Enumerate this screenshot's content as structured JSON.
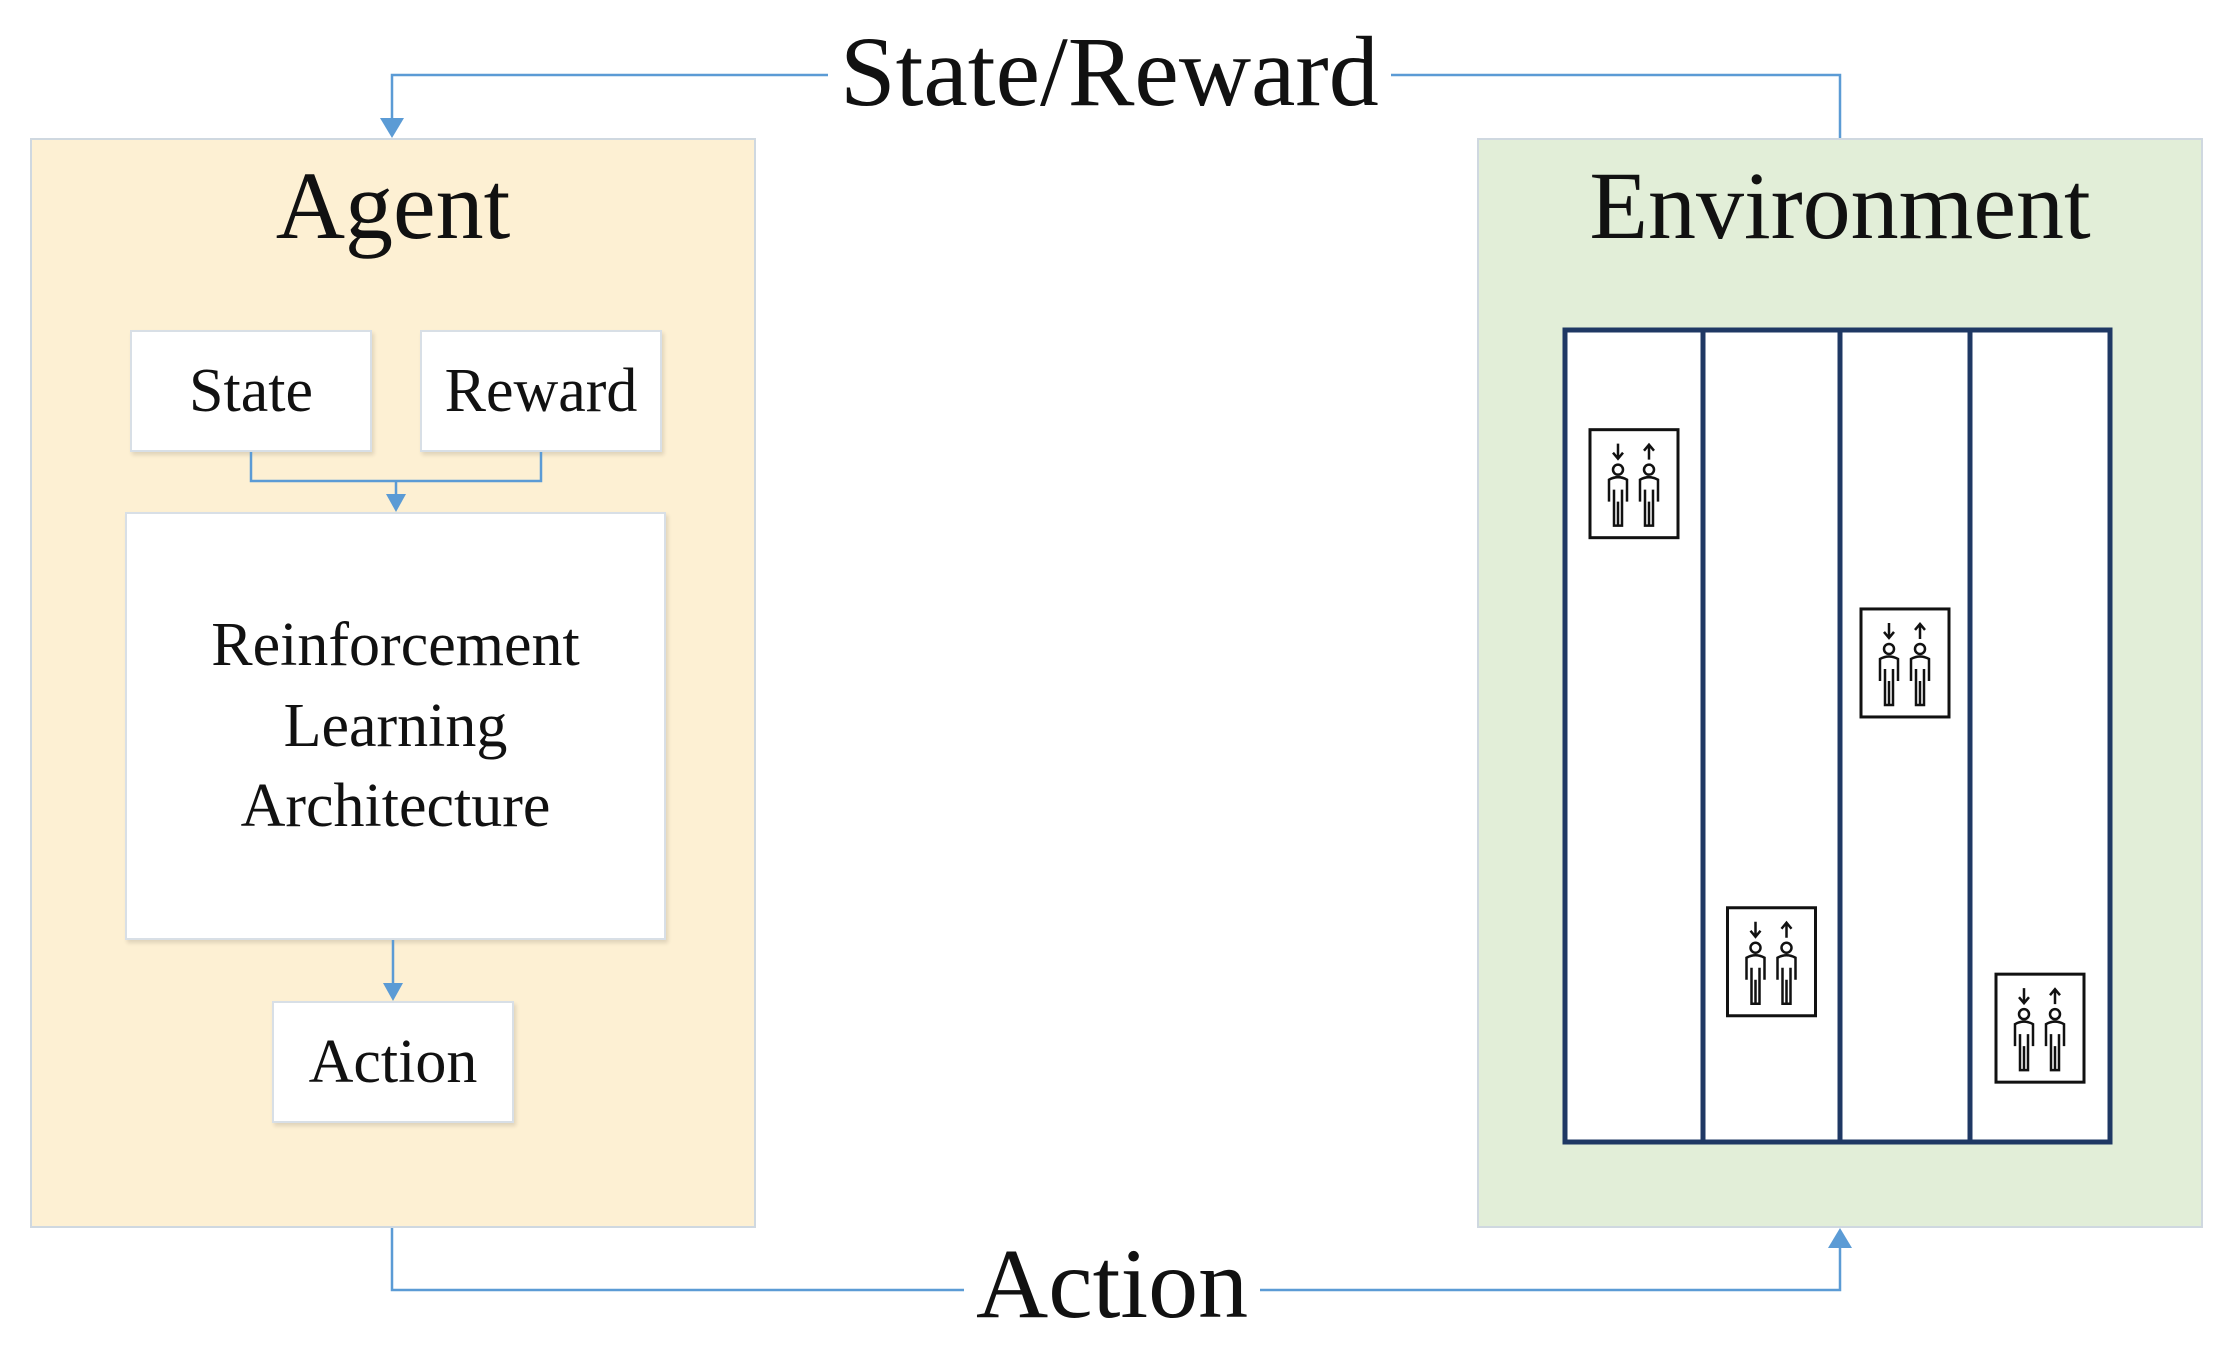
{
  "top_label": "State/Reward",
  "bottom_label": "Action",
  "agent": {
    "title": "Agent",
    "state_box": "State",
    "reward_box": "Reward",
    "rl_box_lines": [
      "Reinforcement",
      "Learning",
      "Architecture"
    ],
    "action_box": "Action"
  },
  "environment": {
    "title": "Environment",
    "shafts": 4,
    "elevator_levels": [
      0.88,
      0.16,
      0.61,
      0.06
    ]
  },
  "colors": {
    "agent_bg": "#fdf0d3",
    "environment_bg": "#e2eed8",
    "arrow": "#5b9bd5",
    "shaft_border": "#1f3864"
  }
}
